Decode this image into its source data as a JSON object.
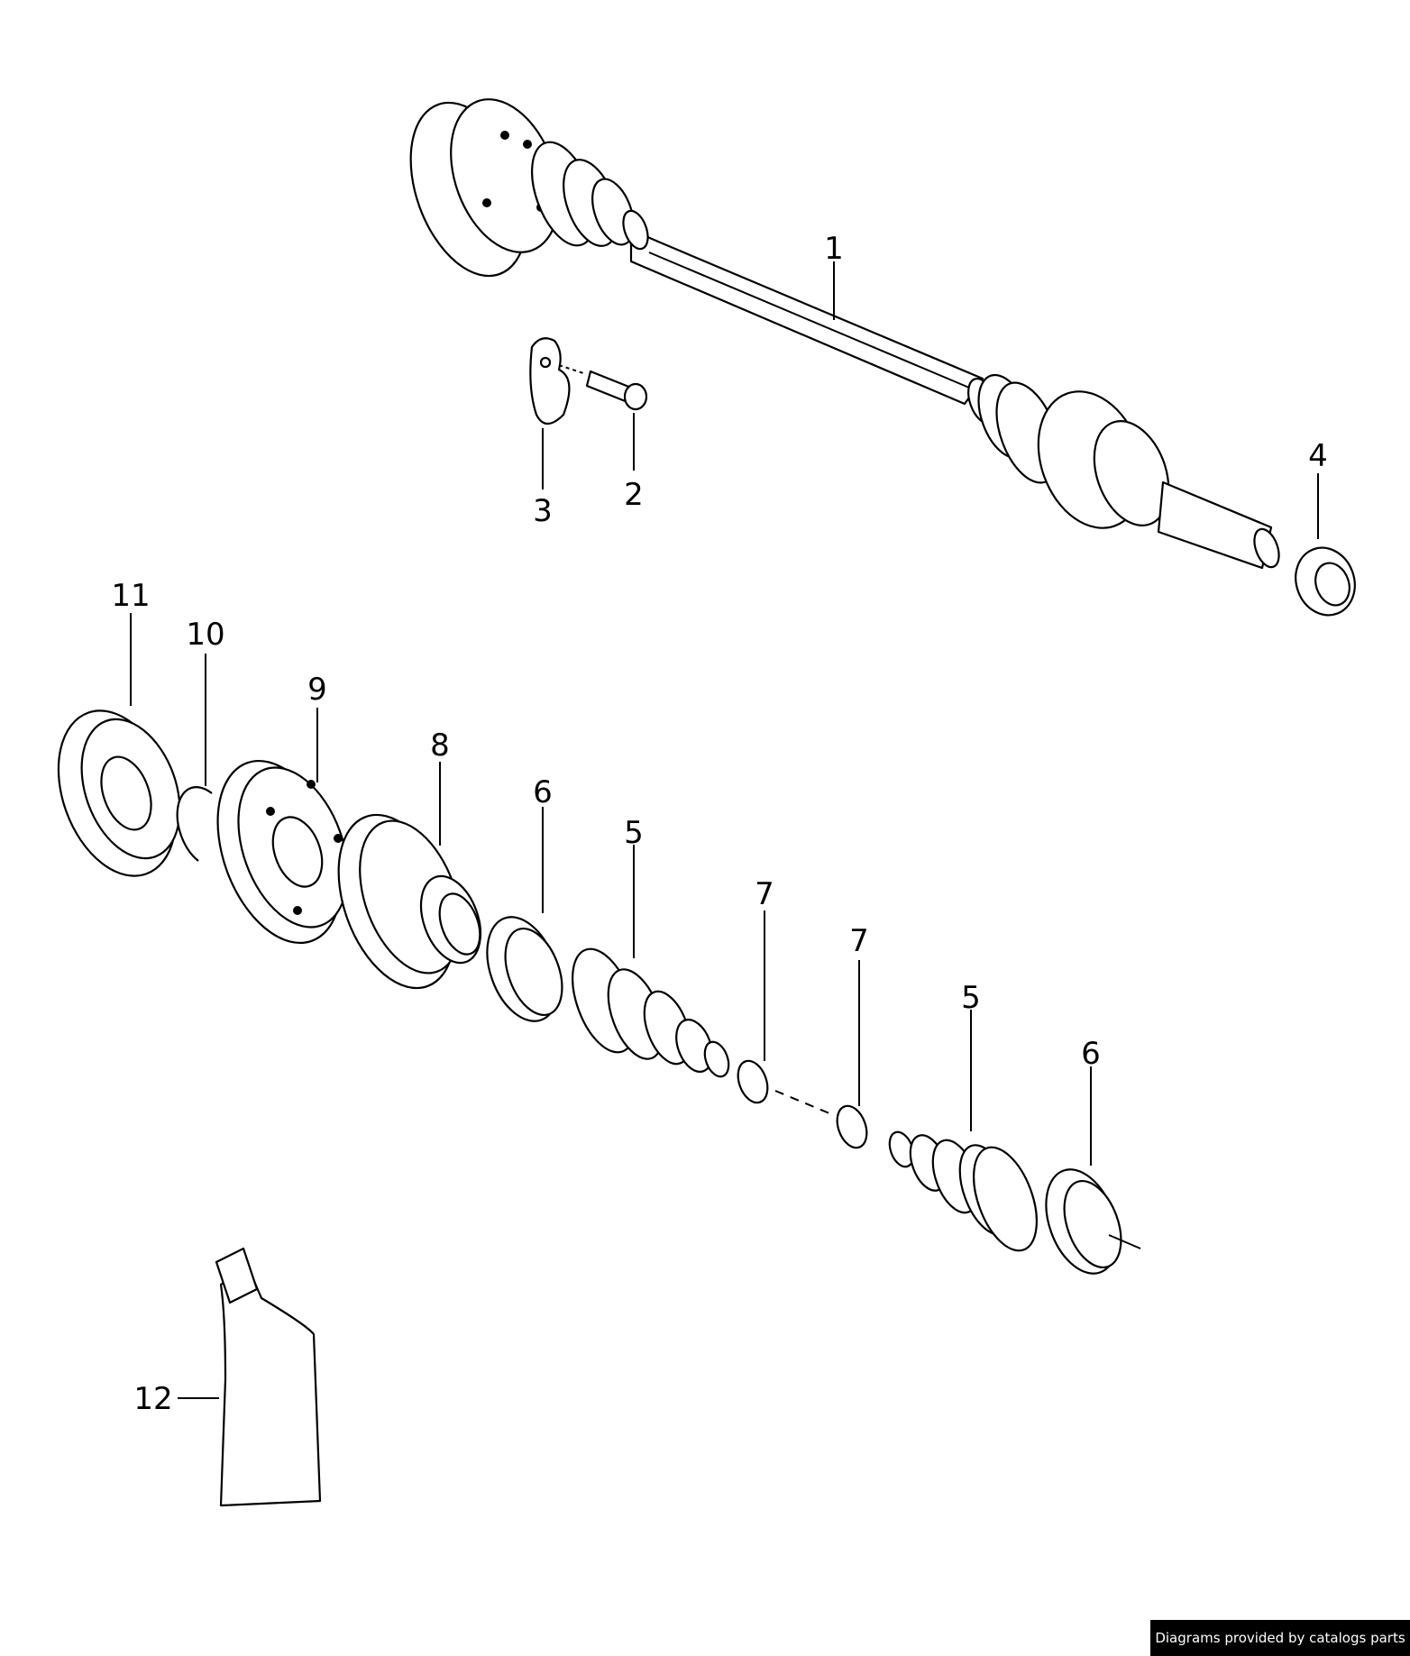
{
  "callouts": {
    "c1": "1",
    "c2": "2",
    "c3": "3",
    "c4": "4",
    "c5a": "5",
    "c5b": "5",
    "c6a": "6",
    "c6b": "6",
    "c7a": "7",
    "c7b": "7",
    "c8": "8",
    "c9": "9",
    "c10": "10",
    "c11": "11",
    "c12": "12"
  },
  "footer": {
    "credit": "Diagrams provided by catalogs parts"
  },
  "colors": {
    "ink": "#000000",
    "paper": "#ffffff",
    "footer_bg": "#000000",
    "footer_text": "#ffffff"
  }
}
